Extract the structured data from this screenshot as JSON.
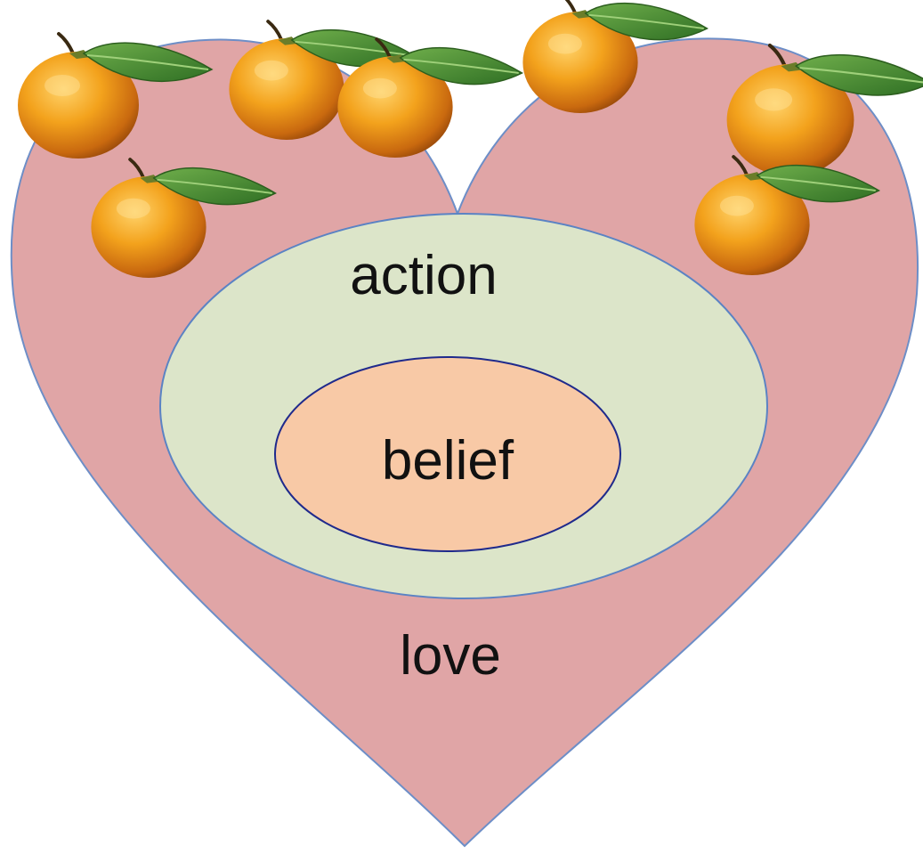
{
  "diagram": {
    "labels": {
      "outer": "love",
      "middle": "action",
      "inner": "belief"
    },
    "colors": {
      "heart_fill": "#e0a5a6",
      "heart_stroke": "#6d8ec7",
      "action_fill": "#dce5c9",
      "action_stroke": "#5b83c4",
      "belief_fill": "#f8c9a6",
      "belief_stroke": "#1f2a8c",
      "orange": "#f0a21c",
      "leaf": "#3f8a2e"
    },
    "decorations": {
      "icon": "tangerine-with-leaf-icon",
      "count": 7
    }
  }
}
